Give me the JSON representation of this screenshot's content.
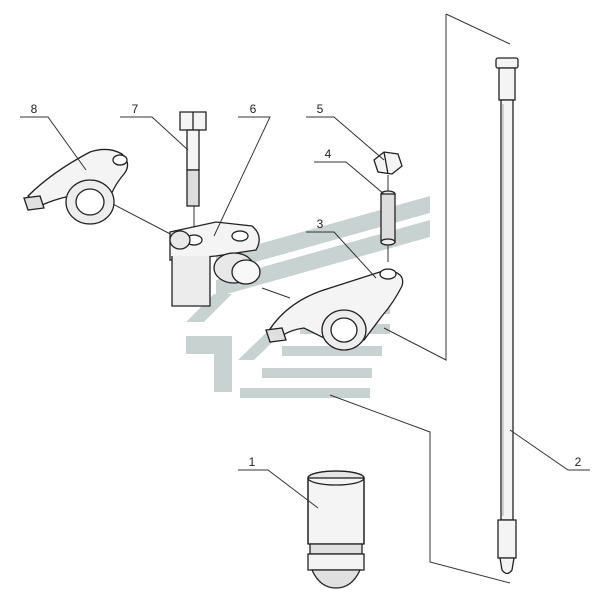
{
  "diagram": {
    "callouts": [
      {
        "id": "1",
        "label": "1"
      },
      {
        "id": "2",
        "label": "2"
      },
      {
        "id": "3",
        "label": "3"
      },
      {
        "id": "4",
        "label": "4"
      },
      {
        "id": "5",
        "label": "5"
      },
      {
        "id": "6",
        "label": "6"
      },
      {
        "id": "7",
        "label": "7"
      },
      {
        "id": "8",
        "label": "8"
      }
    ],
    "colors": {
      "line": "#333333",
      "part_fill": "#f4f4f4",
      "part_shade": "#d8d8d8",
      "watermark": "#b5c4c2"
    }
  }
}
